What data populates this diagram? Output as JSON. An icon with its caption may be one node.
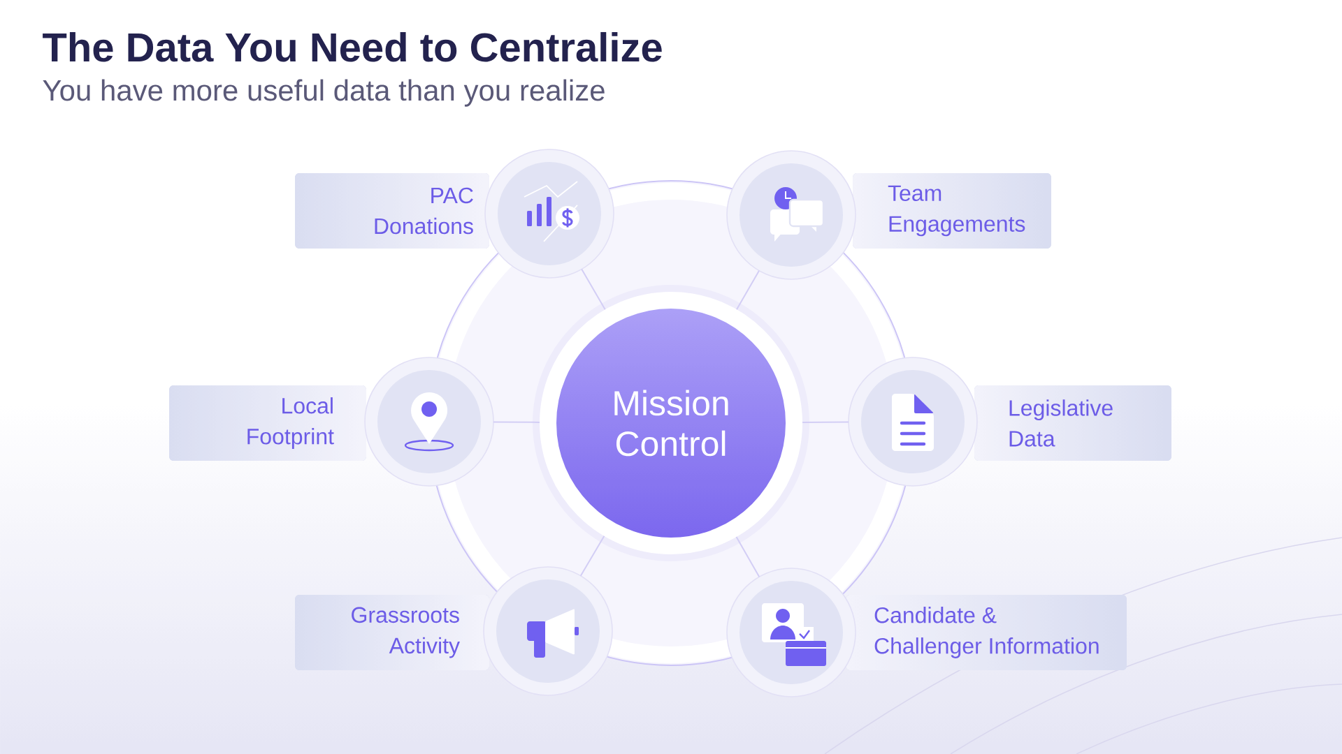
{
  "diagram": {
    "title": "The Data You Need to Centralize",
    "nodes": [
      {
        "text": [
          "PAC Donations"
        ]
      },
      {
        "text": [],
        "shape": "circle"
      },
      {
        "text": [],
        "shape": "circle"
      },
      {
        "text": [
          "Team Engagements"
        ]
      },
      {
        "text": [
          "Local Footprint"
        ]
      },
      {
        "text": [],
        "shape": "circle"
      },
      {
        "text": [
          "Mission Control"
        ]
      },
      {
        "text": [],
        "shape": "circle"
      },
      {
        "text": [
          "Legislative Data"
        ]
      },
      {
        "text": [
          "Grassroots Activity"
        ]
      },
      {
        "text": [],
        "shape": "circle"
      },
      {
        "text": [],
        "shape": "circle"
      },
      {
        "text": [
          "Candidate & Challenger Information"
        ]
      }
    ],
    "edges": [
      {
        "from": 6,
        "to": 1,
        "arrow": "none"
      },
      {
        "from": 6,
        "to": 2,
        "arrow": "none"
      },
      {
        "from": 6,
        "to": 5,
        "arrow": "none"
      },
      {
        "from": 6,
        "to": 7,
        "arrow": "none"
      },
      {
        "from": 6,
        "to": 10,
        "arrow": "none"
      },
      {
        "from": 6,
        "to": 11,
        "arrow": "none"
      }
    ],
    "labels": [
      "You have more useful data than you realize"
    ]
  }
}
